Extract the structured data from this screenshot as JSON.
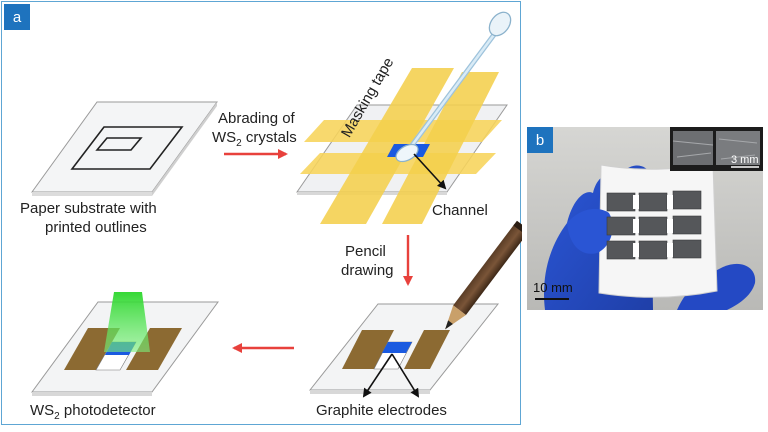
{
  "panel_a": {
    "label": "a",
    "texts": {
      "substrate_line1": "Paper substrate with",
      "substrate_line2": "printed outlines",
      "abrading_line1": "Abrading of",
      "abrading_ws": "WS",
      "abrading_sub": "2",
      "abrading_rest": " crystals",
      "masking_tape": "Masking tape",
      "channel": "Channel",
      "pencil_line1": "Pencil",
      "pencil_line2": "drawing",
      "electrodes": "Graphite electrodes",
      "detector_ws": "WS",
      "detector_sub": "2",
      "detector_rest": " photodetector"
    },
    "colors": {
      "border": "#5ea6d4",
      "arrow": "#e8413c",
      "tape": "#f7d45a",
      "ws2": "#1a5ae0",
      "graphite": "#8c6a32",
      "light": "#3ee03e"
    }
  },
  "panel_b": {
    "label": "b",
    "inset_scale": "3 mm",
    "scale": "10 mm"
  }
}
